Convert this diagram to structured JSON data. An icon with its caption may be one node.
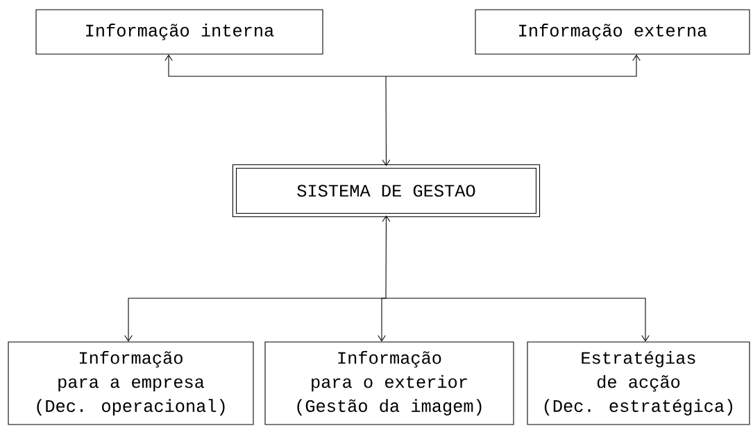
{
  "diagram": {
    "nodes": [
      {
        "text": [
          "Informação interna"
        ]
      },
      {
        "text": [
          "Informação externa"
        ]
      },
      {
        "text": [
          "SISTEMA DE GESTAO"
        ]
      },
      {
        "text": [
          "Informação",
          "para a empresa",
          "(Dec. operacional)"
        ]
      },
      {
        "text": [
          "Informação",
          "para o exterior",
          "(Gestão da imagem)"
        ]
      },
      {
        "text": [
          "Estratégias",
          "de acção",
          "(Dec. estratégica)"
        ]
      }
    ],
    "edges": [
      {
        "from": 0,
        "to": 2,
        "arrow": "both"
      },
      {
        "from": 1,
        "to": 2,
        "arrow": "both"
      },
      {
        "from": 2,
        "to": 3,
        "arrow": "both"
      },
      {
        "from": 2,
        "to": 4,
        "arrow": "both"
      },
      {
        "from": 2,
        "to": 5,
        "arrow": "both"
      }
    ]
  }
}
